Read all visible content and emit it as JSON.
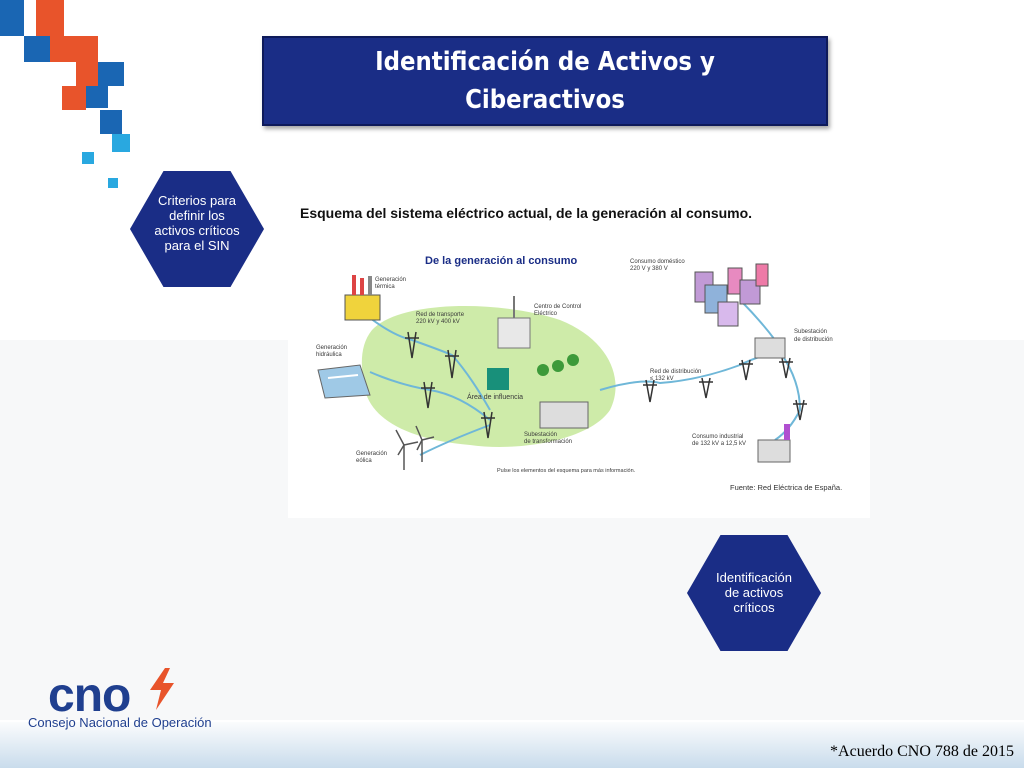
{
  "slide": {
    "title": "Identificación  de Activos y Ciberactivos",
    "hex_top": "Criterios para definir los activos críticos para el SIN",
    "hex_bottom": "Identificación de activos críticos",
    "footer_note": "*Acuerdo CNO 788 de 2015"
  },
  "logo": {
    "name": "cno",
    "subtitle": "Consejo Nacional de Operación"
  },
  "diagram": {
    "heading": "Esquema del sistema eléctrico actual, de la generación al consumo.",
    "subheading": "De la generación al consumo",
    "labels": {
      "termica": [
        "Generación",
        "térmica"
      ],
      "transporte": [
        "Red de transporte",
        "220 kV y 400 kV"
      ],
      "centro": [
        "Centro de Control",
        "Eléctrico"
      ],
      "domestico": [
        "Consumo doméstico",
        "220 V y 380 V"
      ],
      "sub_dist": [
        "Subestación",
        "de distribución"
      ],
      "hidraulica": [
        "Generación",
        "hidráulica"
      ],
      "area": "Área de influencia",
      "red_dist": [
        "Red de distribución",
        "≤ 132 kV"
      ],
      "sub_transf": [
        "Subestación",
        "de transformación"
      ],
      "industrial": [
        "Consumo industrial",
        "de 132 kV a 12,5 kV"
      ],
      "eolica": [
        "Generación",
        "eólica"
      ]
    },
    "note": "Pulse los elementos del esquema para más información.",
    "source": "Fuente: Red Eléctrica de España."
  },
  "colors": {
    "navy": "#1a2d86",
    "orange": "#e8542b",
    "blue": "#1a66b3",
    "cyan": "#29a8e0",
    "green_area": "#c6e89a"
  }
}
